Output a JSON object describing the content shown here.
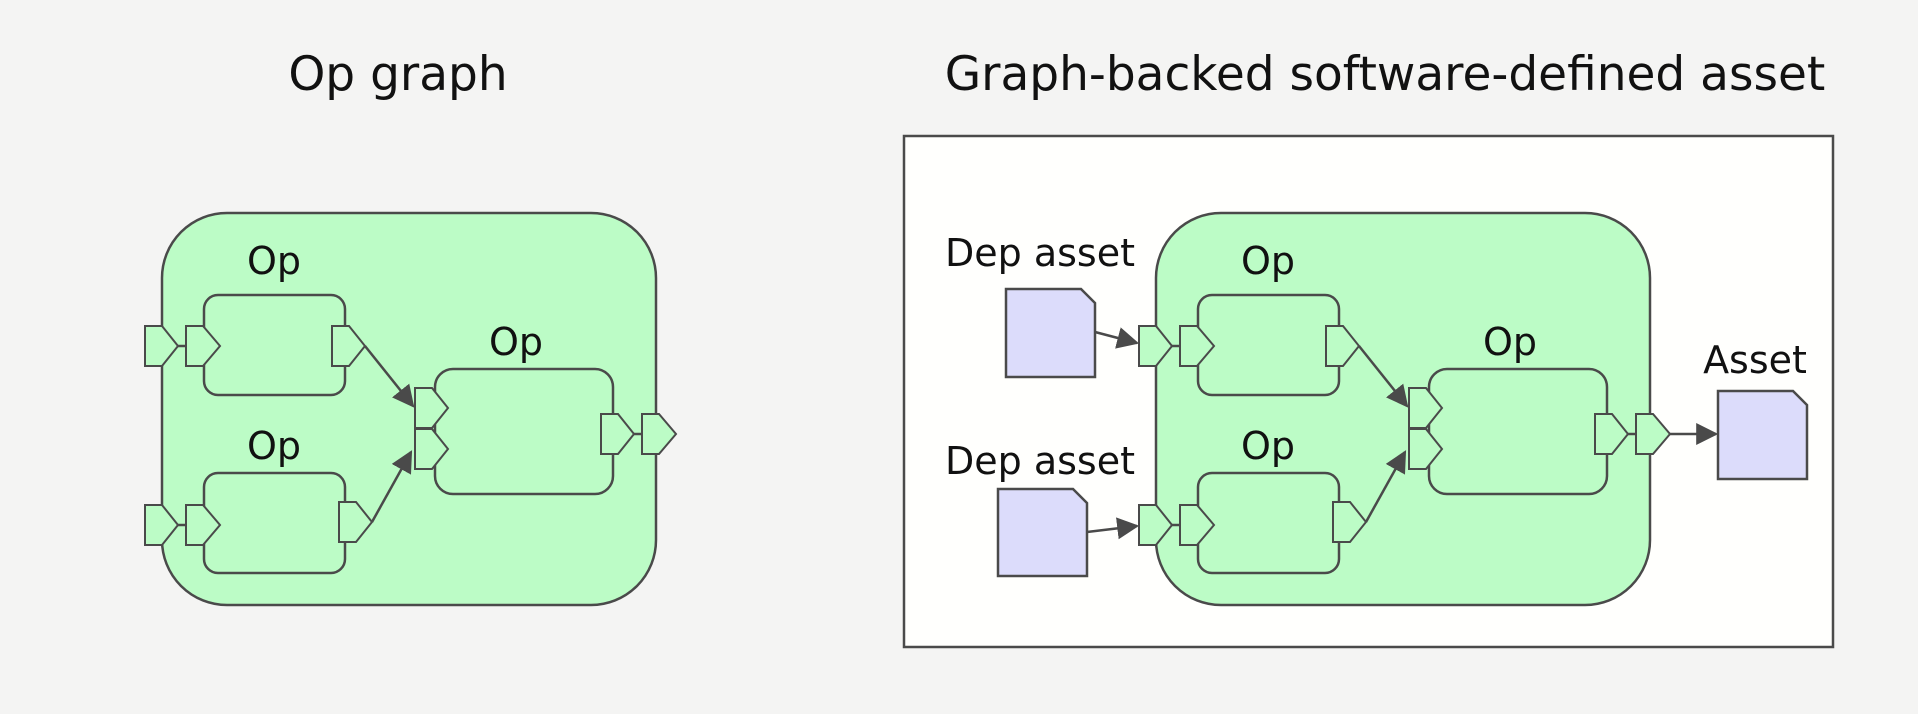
{
  "left_panel": {
    "title": "Op graph",
    "op_top_label": "Op",
    "op_bottom_label": "Op",
    "op_right_label": "Op"
  },
  "right_panel": {
    "title": "Graph-backed software-defined asset",
    "dep_asset_top_label": "Dep asset",
    "dep_asset_bottom_label": "Dep asset",
    "op_top_label": "Op",
    "op_bottom_label": "Op",
    "op_right_label": "Op",
    "asset_label": "Asset"
  },
  "colors": {
    "background": "#f4f4f3",
    "graph_fill": "#bcfcc6",
    "asset_fill": "#dcdcfb",
    "stroke": "#4a4a4a",
    "frame_fill": "#fffffd"
  }
}
